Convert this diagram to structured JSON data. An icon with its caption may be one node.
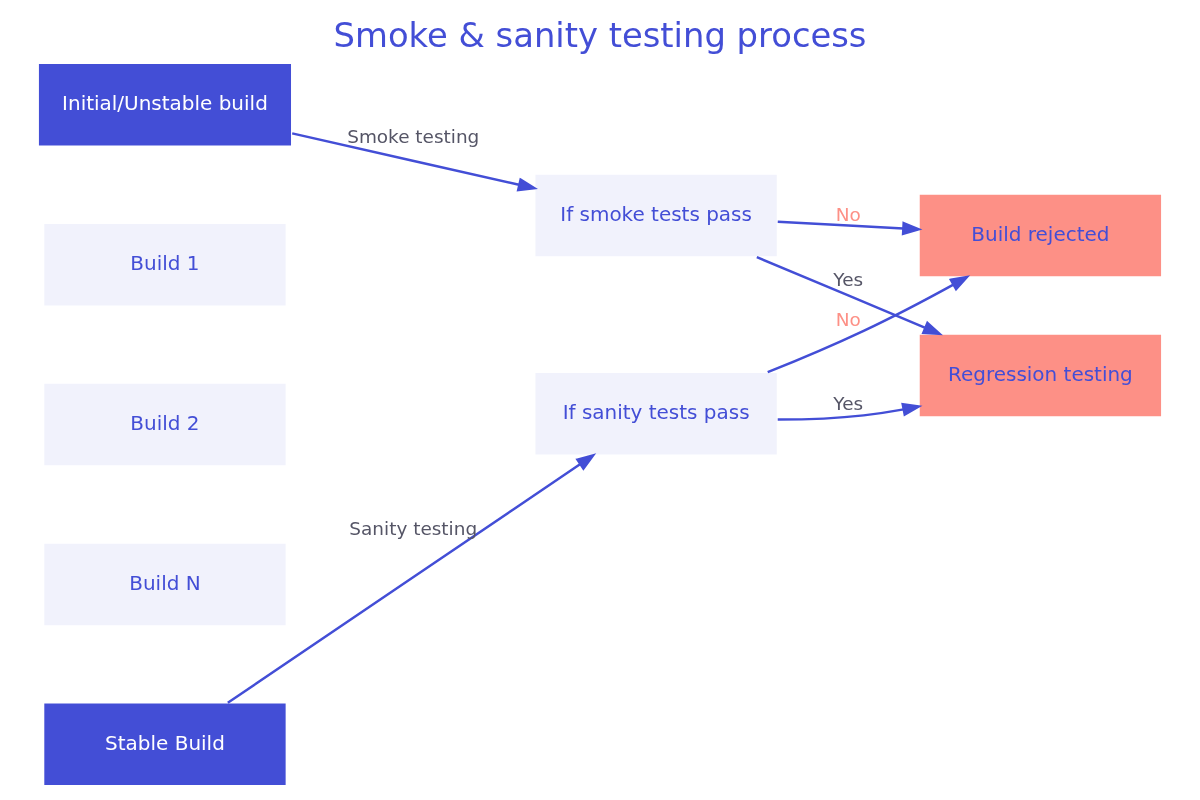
{
  "diagram": {
    "title": "Smoke & sanity testing process",
    "nodes": [
      {
        "text": [
          "Initial/Unstable build"
        ]
      },
      {
        "text": [
          "If smoke tests pass"
        ]
      },
      {
        "text": [
          "Build 1"
        ]
      },
      {
        "text": [
          "Build 2"
        ]
      },
      {
        "text": [
          "Build N"
        ]
      },
      {
        "text": [
          "Build rejected"
        ]
      },
      {
        "text": [
          "Regression testing"
        ]
      },
      {
        "text": [
          "Stable Build"
        ]
      },
      {
        "text": [
          "If sanity tests pass"
        ]
      }
    ],
    "edges": [
      {
        "from": 0,
        "to": 1,
        "arrow": "to",
        "label": "Smoke testing"
      },
      {
        "from": 1,
        "to": 6,
        "arrow": "to",
        "label": "Yes"
      },
      {
        "from": 1,
        "to": 5,
        "arrow": "to",
        "label": "No"
      },
      {
        "from": 7,
        "to": 8,
        "arrow": "to",
        "label": "Sanity testing"
      },
      {
        "from": 8,
        "to": 5,
        "arrow": "to",
        "label": "No"
      },
      {
        "from": 8,
        "to": 6,
        "arrow": "to",
        "label": "Yes"
      }
    ]
  }
}
